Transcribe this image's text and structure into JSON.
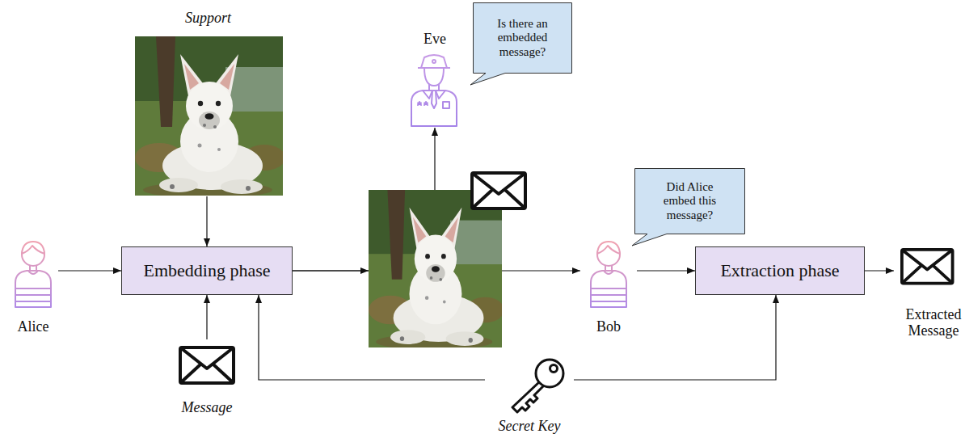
{
  "diagram": {
    "nodes": [
      {
        "text": [
          "Support"
        ]
      },
      {
        "text": [
          "Eve"
        ]
      },
      {
        "text": [
          "Is there an embedded message?"
        ]
      },
      {
        "text": [
          "Did Alice embed this message?"
        ]
      },
      {
        "text": [
          "Alice"
        ]
      },
      {
        "text": [
          "Embedding phase"
        ]
      },
      {
        "text": [
          "Bob"
        ]
      },
      {
        "text": [
          "Extraction phase"
        ]
      },
      {
        "text": [
          "Extracted Message"
        ]
      },
      {
        "text": [
          "Message"
        ]
      },
      {
        "text": [
          "Secret Key"
        ]
      }
    ],
    "edges": [
      {
        "from": 0,
        "to": 5,
        "arrow": "to"
      },
      {
        "from": 4,
        "to": 5,
        "arrow": "to"
      },
      {
        "from": 9,
        "to": 5,
        "arrow": "to"
      },
      {
        "from": 5,
        "to": 1,
        "arrow": "to"
      },
      {
        "from": 5,
        "to": 6,
        "arrow": "to"
      },
      {
        "from": 6,
        "to": 7,
        "arrow": "to"
      },
      {
        "from": 7,
        "to": 8,
        "arrow": "to"
      },
      {
        "from": 10,
        "to": 5,
        "arrow": "to"
      },
      {
        "from": 10,
        "to": 7,
        "arrow": "to"
      }
    ]
  }
}
